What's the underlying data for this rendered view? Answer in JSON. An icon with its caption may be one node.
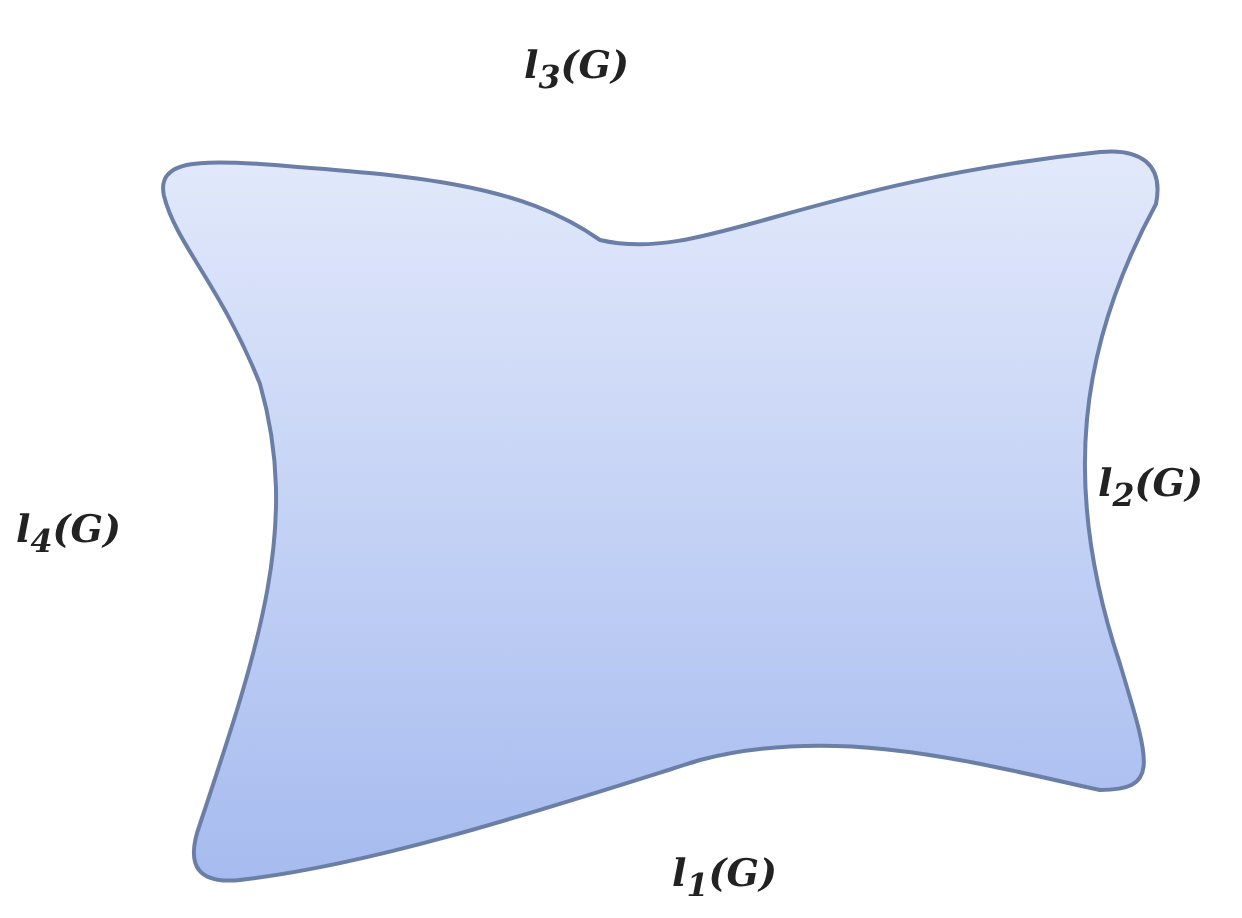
{
  "diagram": {
    "nodes": [
      {
        "text": [],
        "shape": "blob",
        "beside": [
          "l$_{3}$(G)",
          "l$_{2}$(G)",
          "l$_{4}$(G)",
          "l$_{1}$(G)"
        ]
      }
    ]
  }
}
